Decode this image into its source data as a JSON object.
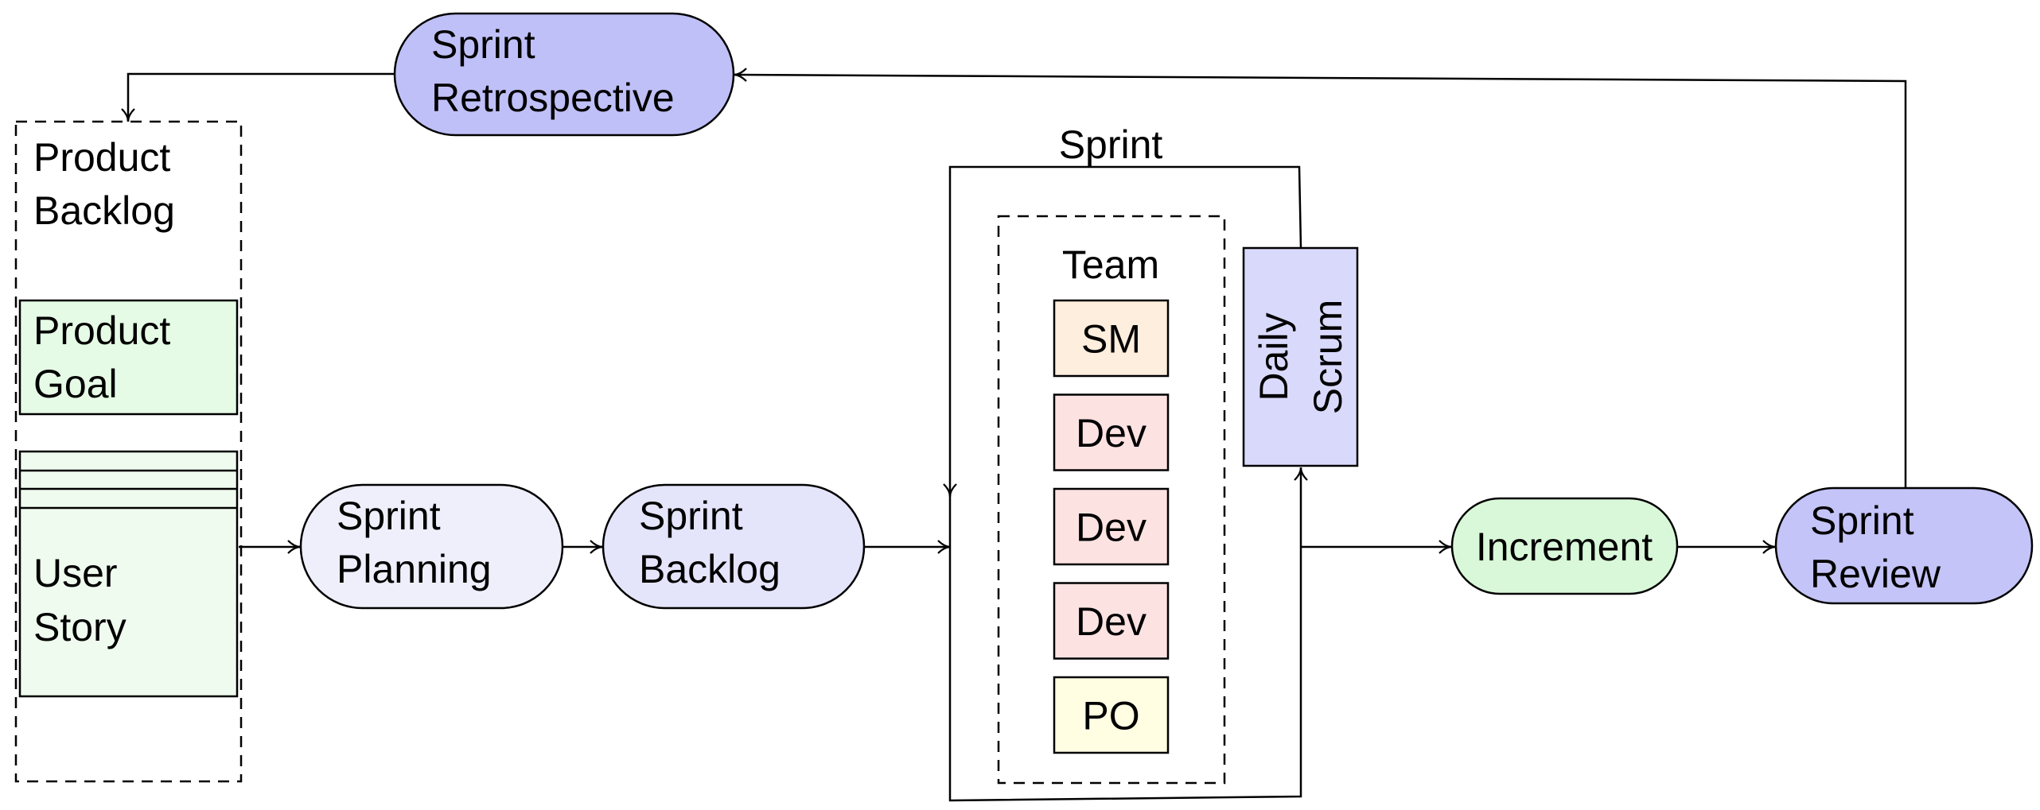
{
  "nodes": {
    "product_backlog": {
      "line1": "Product",
      "line2": "Backlog"
    },
    "product_goal": {
      "line1": "Product",
      "line2": "Goal"
    },
    "user_story": {
      "line1": "User",
      "line2": "Story"
    },
    "sprint_planning": {
      "line1": "Sprint",
      "line2": "Planning"
    },
    "sprint_backlog": {
      "line1": "Sprint",
      "line2": "Backlog"
    },
    "sprint_retrospective": {
      "line1": "Sprint",
      "line2": "Retrospective"
    },
    "sprint_loop": {
      "label": "Sprint"
    },
    "team": {
      "label": "Team",
      "members": [
        {
          "label": "SM",
          "color": "#fdeedd"
        },
        {
          "label": "Dev",
          "color": "#fde2e2"
        },
        {
          "label": "Dev",
          "color": "#fde2e2"
        },
        {
          "label": "Dev",
          "color": "#fde2e2"
        },
        {
          "label": "PO",
          "color": "#fffde2"
        }
      ]
    },
    "daily_scrum": {
      "line1": "Daily",
      "line2": "Scrum"
    },
    "increment": {
      "label": "Increment"
    },
    "sprint_review": {
      "line1": "Sprint",
      "line2": "Review"
    }
  },
  "colors": {
    "product_goal_fill": "#e6fbe6",
    "user_story_fill": "#f0fbf0",
    "sprint_planning_fill": "#efeffc",
    "sprint_backlog_fill": "#e4e4fb",
    "sprint_retrospective_fill": "#c0c0f8",
    "daily_scrum_fill": "#d9d9fb",
    "increment_fill": "#d9f8d9",
    "sprint_review_fill": "#c4c4f8"
  }
}
